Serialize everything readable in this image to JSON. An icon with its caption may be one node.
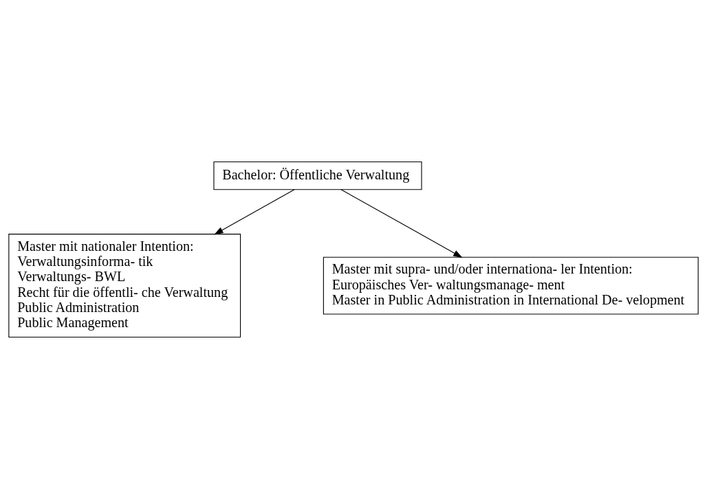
{
  "diagram": {
    "nodes": [
      {
        "text": [
          "Bachelor: Öffentliche Verwaltung"
        ]
      },
      {
        "text": [
          "Master mit nationaler Intention:",
          "Verwaltungsinforma- tik",
          "Verwaltungs- BWL",
          "Recht für die öffentli- che Verwaltung",
          "Public Administration",
          "Public Management"
        ]
      },
      {
        "text": [
          "Master mit supra- und/oder internationa- ler Intention:",
          "Europäisches Ver- waltungsmanage- ment",
          "Master in Public Administration in International De- velopment"
        ]
      }
    ],
    "edges": [
      {
        "from": 0,
        "to": 1,
        "arrow": "to"
      },
      {
        "from": 0,
        "to": 2,
        "arrow": "to"
      }
    ]
  }
}
